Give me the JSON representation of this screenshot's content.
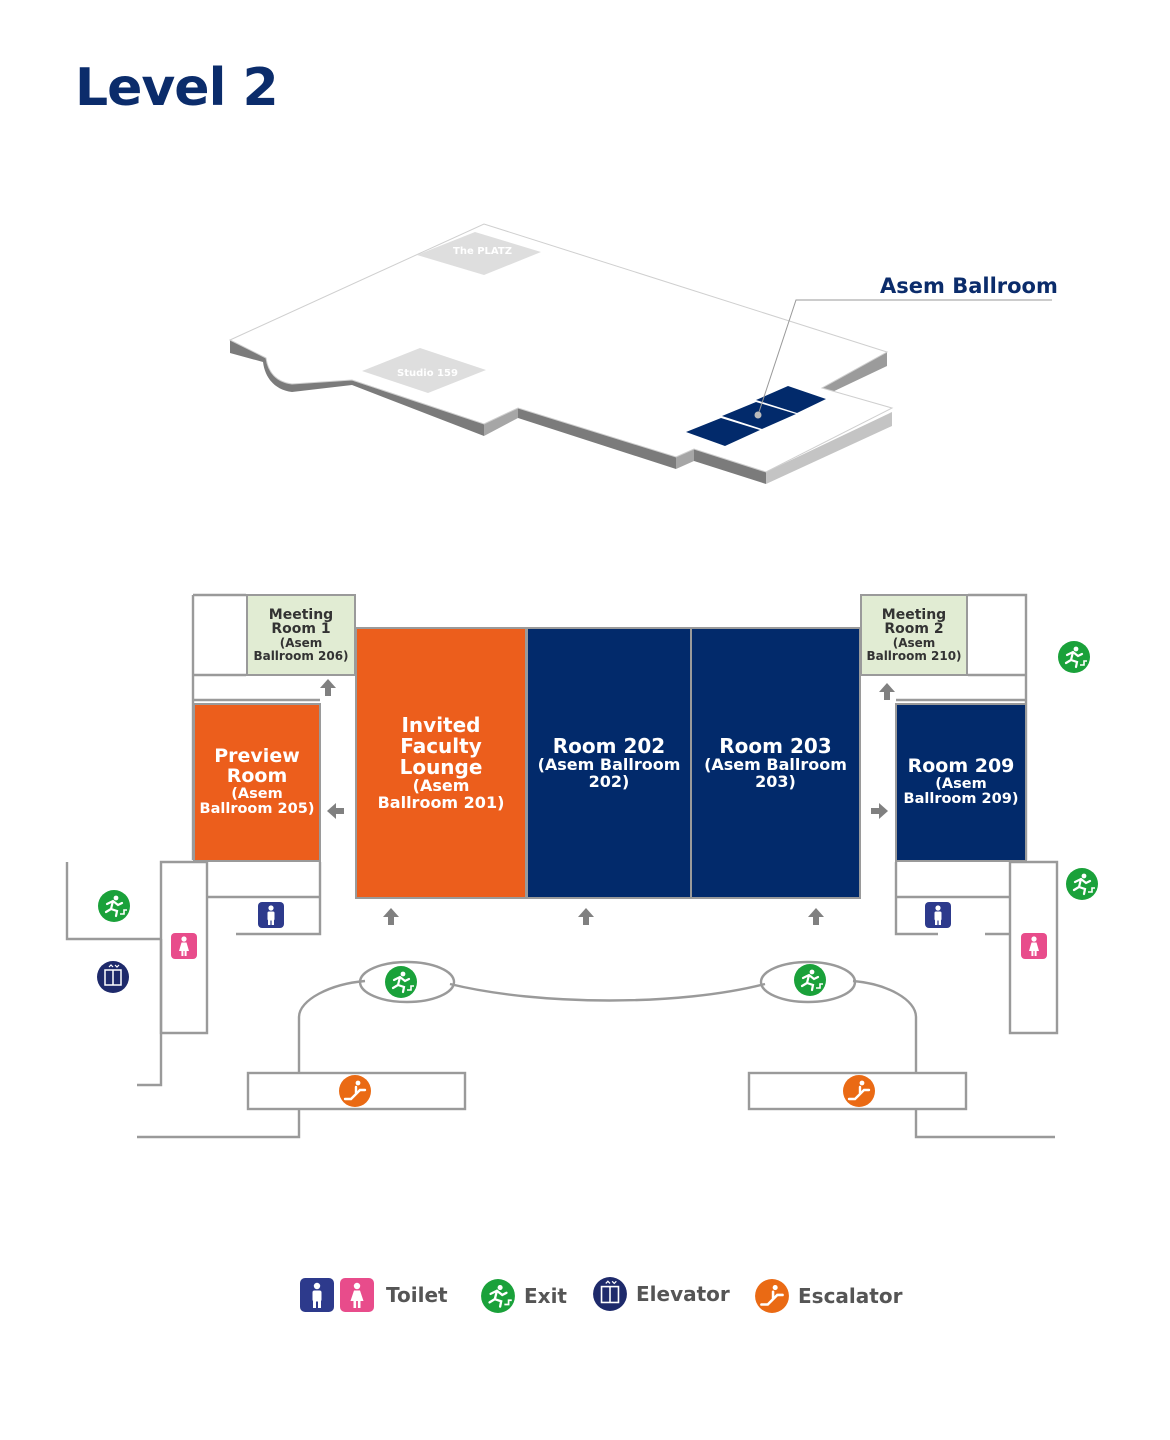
{
  "title": "Level 2",
  "iso": {
    "ballroom_label": "Asem Ballroom",
    "platz_label": "The PLATZ",
    "studio_label": "Studio 159"
  },
  "rooms": {
    "meeting1": {
      "name": "Meeting Room 1",
      "sub": "(Asem Ballroom 206)"
    },
    "meeting2": {
      "name": "Meeting Room 2",
      "sub": "(Asem Ballroom 210)"
    },
    "preview": {
      "name": "Preview Room",
      "sub": "(Asem Ballroom 205)"
    },
    "lounge": {
      "name": "Invited Faculty Lounge",
      "sub": "(Asem Ballroom 201)"
    },
    "r202": {
      "name": "Room 202",
      "sub": "(Asem Ballroom 202)"
    },
    "r203": {
      "name": "Room 203",
      "sub": "(Asem Ballroom 203)"
    },
    "r209": {
      "name": "Room 209",
      "sub": "(Asem Ballroom 209)"
    }
  },
  "legend": {
    "toilet": "Toilet",
    "exit": "Exit",
    "elevator": "Elevator",
    "escalator": "Escalator"
  },
  "colors": {
    "title": "#0b2c6b",
    "navy": "#022a6b",
    "orange": "#ec5e1c",
    "meeting_green": "#e1ecd3",
    "exit_green": "#1aa13a",
    "toilet_male": "#2d3a8c",
    "toilet_female": "#e84c8b",
    "elevator": "#1e2a6b",
    "escalator": "#ea6a14",
    "wall": "#9a9a9a"
  }
}
